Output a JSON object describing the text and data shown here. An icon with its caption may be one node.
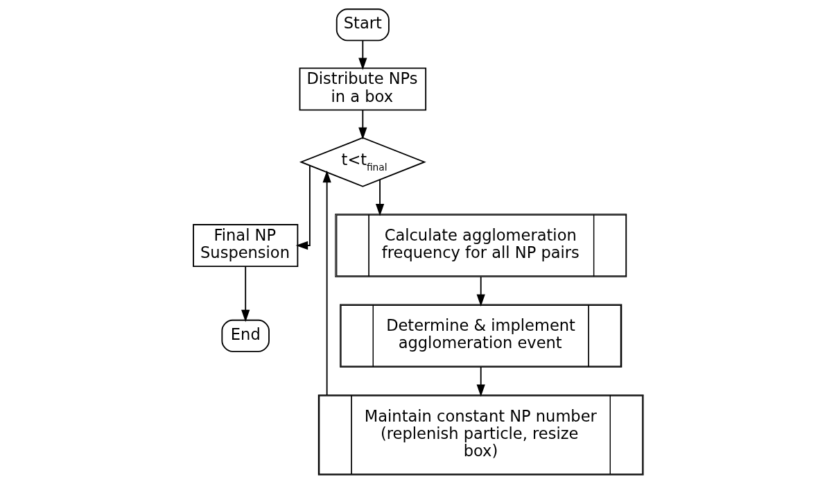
{
  "diagram": {
    "nodes": [
      {
        "text": [
          "Start"
        ]
      },
      {
        "text": [
          "Distribute NPs in a box"
        ]
      },
      {
        "text": [
          "t<t$_{final}$"
        ]
      },
      {
        "text": [
          "Final NP Suspension"
        ]
      },
      {
        "text": [
          "End"
        ]
      },
      {
        "text": [
          "Calculate agglomeration frequency for all NP pairs"
        ]
      },
      {
        "text": [
          "Determine & implement agglomeration event"
        ]
      },
      {
        "text": [
          "Maintain constant NP number (replenish particle, resize box)"
        ]
      }
    ],
    "edges": [
      {
        "from": 0,
        "to": 1,
        "arrow": "to"
      },
      {
        "from": 1,
        "to": 2,
        "arrow": "to"
      },
      {
        "from": 2,
        "to": 3,
        "arrow": "to"
      },
      {
        "from": 3,
        "to": 4,
        "arrow": "to"
      },
      {
        "from": 2,
        "to": 5,
        "arrow": "to"
      },
      {
        "from": 5,
        "to": 6,
        "arrow": "to"
      },
      {
        "from": 6,
        "to": 7,
        "arrow": "to"
      },
      {
        "from": 7,
        "to": 2,
        "arrow": "to"
      }
    ]
  }
}
